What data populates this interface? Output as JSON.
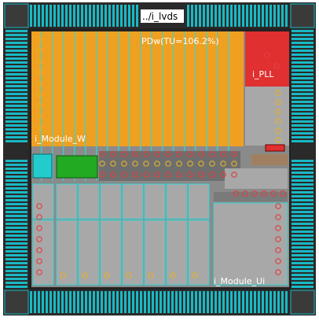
{
  "title": "../i_lvds",
  "labels": {
    "pdw": "PDw(TU=106.2%)",
    "pll": "i_PLL",
    "module_w": "i_Module_W",
    "module_u": "i_Module_Ui"
  },
  "colors": {
    "background": "#2a2a2a",
    "pad_cyan": "#19b9c4",
    "core": "#888888",
    "orange_region": "#f0a020",
    "red_region": "#e03030",
    "green_block": "#22aa22",
    "cyan_block": "#22cccc",
    "gray_block": "#a8a8a8",
    "cell_outline": "#33d6d6",
    "red_pin": "#e04040",
    "yellow_pin": "#e0b030",
    "label_text": "#ffffff"
  }
}
